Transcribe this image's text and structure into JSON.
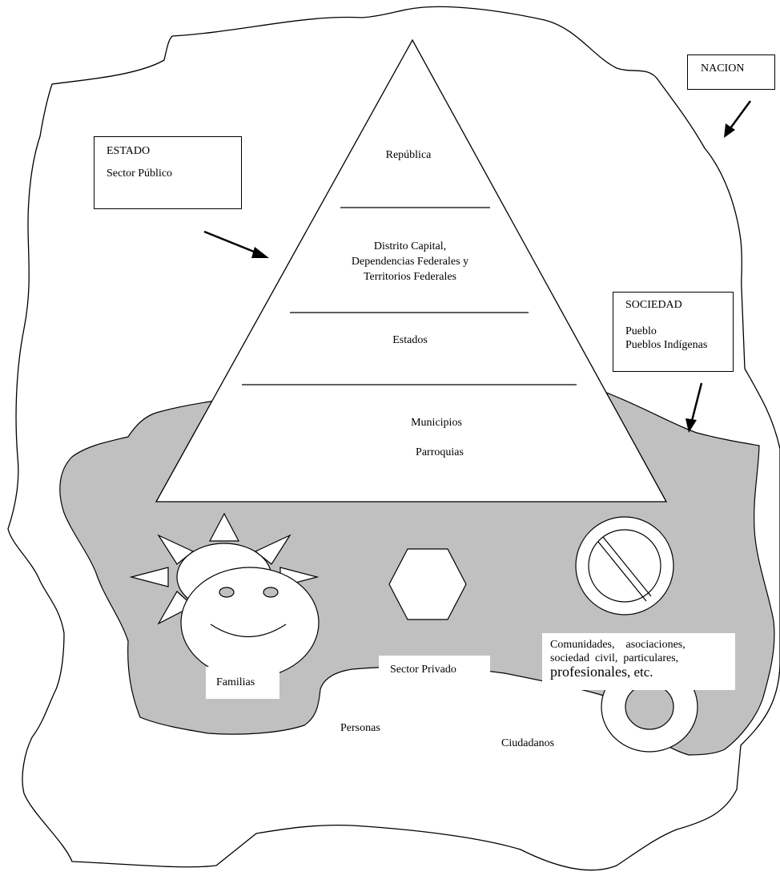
{
  "nacion": {
    "label": "NACION"
  },
  "estado": {
    "title": "ESTADO",
    "subtitle": "Sector Público"
  },
  "sociedad": {
    "title": "SOCIEDAD",
    "lines": [
      "Pueblo",
      "Pueblos Indígenas"
    ]
  },
  "pyramid": {
    "levels": [
      {
        "lines": [
          "República"
        ]
      },
      {
        "lines": [
          "Distrito Capital,",
          "Dependencias Federales y",
          "Territorios Federales"
        ]
      },
      {
        "lines": [
          "Estados"
        ]
      },
      {
        "lines": [
          "Municipios",
          "Parroquias"
        ]
      }
    ]
  },
  "labels": {
    "familias": "Familias",
    "sector_privado": "Sector Privado",
    "comunidades_line1": "Comunidades,    asociaciones,",
    "comunidades_line2": "sociedad  civil,  particulares,",
    "comunidades_line3_big": "profesionales",
    "comunidades_line3_rest": ", etc.",
    "personas": "Personas",
    "ciudadanos": "Ciudadanos"
  },
  "icons": [
    "sun-icon",
    "hexagon-icon",
    "prohibition-icon",
    "smiley-face-icon",
    "ring-icon",
    "arrow-icon"
  ],
  "colors": {
    "shaded_region": "#c0c0c0",
    "stroke": "#000000",
    "background": "#ffffff"
  }
}
